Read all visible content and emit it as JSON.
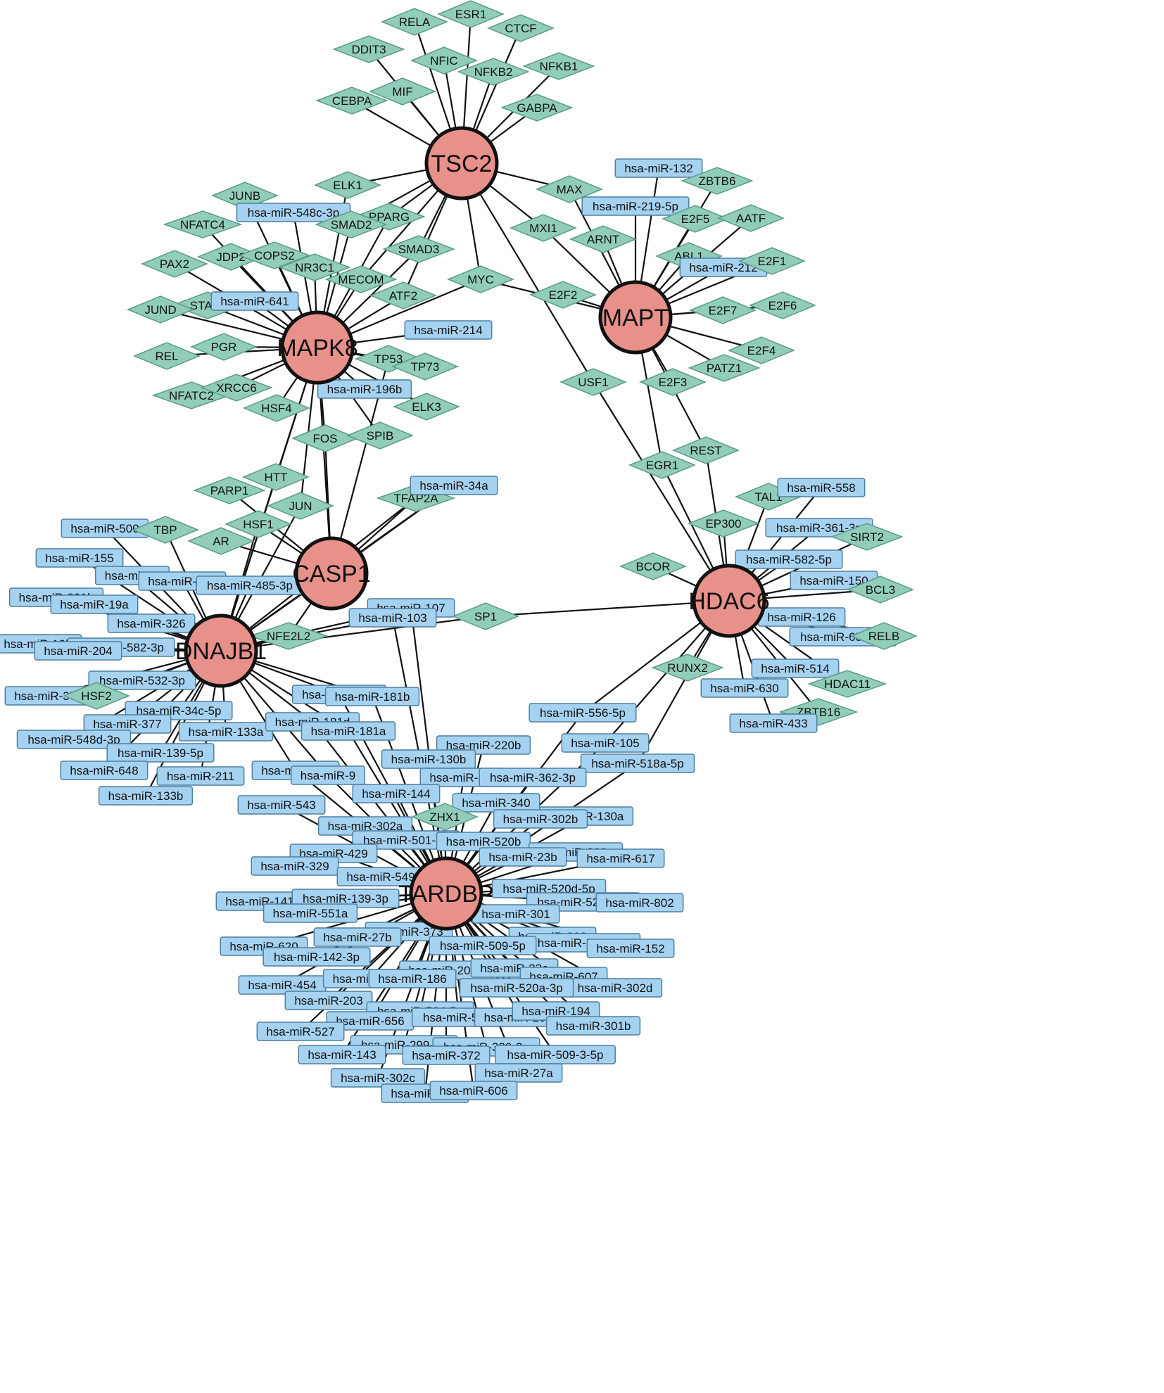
{
  "colors": {
    "hub_fill": "#e8908a",
    "tf_fill": "#92cdbb",
    "mirna_fill": "#a6d2f1",
    "edge": "#111111"
  },
  "hubs": [
    "TSC2",
    "MAPT",
    "MAPK8",
    "CASP1",
    "HDAC6",
    "DNAJB1",
    "TARDBP"
  ],
  "nodes": [
    {
      "label": "RELA",
      "kind": "tf",
      "links": [
        "TSC2"
      ]
    },
    {
      "label": "ESR1",
      "kind": "tf",
      "links": [
        "TSC2"
      ]
    },
    {
      "label": "CTCF",
      "kind": "tf",
      "links": [
        "TSC2"
      ]
    },
    {
      "label": "DDIT3",
      "kind": "tf",
      "links": [
        "TSC2"
      ]
    },
    {
      "label": "NFIC",
      "kind": "tf",
      "links": [
        "TSC2"
      ]
    },
    {
      "label": "NFKB1",
      "kind": "tf",
      "links": [
        "TSC2"
      ]
    },
    {
      "label": "NFKB2",
      "kind": "tf",
      "links": [
        "TSC2"
      ]
    },
    {
      "label": "MIF",
      "kind": "tf",
      "links": [
        "TSC2"
      ]
    },
    {
      "label": "CEBPA",
      "kind": "tf",
      "links": [
        "TSC2"
      ]
    },
    {
      "label": "GABPA",
      "kind": "tf",
      "links": [
        "TSC2"
      ]
    },
    {
      "label": "ELK1",
      "kind": "tf",
      "links": [
        "TSC2",
        "MAPK8"
      ]
    },
    {
      "label": "JUNB",
      "kind": "tf",
      "links": [
        "MAPK8"
      ]
    },
    {
      "label": "hsa-miR-548c-3p",
      "kind": "mirna",
      "links": [
        "MAPK8"
      ]
    },
    {
      "label": "PPARG",
      "kind": "tf",
      "links": [
        "TSC2",
        "MAPK8"
      ]
    },
    {
      "label": "SMAD2",
      "kind": "tf",
      "links": [
        "TSC2",
        "MAPK8"
      ]
    },
    {
      "label": "NFATC4",
      "kind": "tf",
      "links": [
        "MAPK8"
      ]
    },
    {
      "label": "JDP2",
      "kind": "tf",
      "links": [
        "MAPK8"
      ]
    },
    {
      "label": "COPS2",
      "kind": "tf",
      "links": [
        "MAPK8"
      ]
    },
    {
      "label": "PAX2",
      "kind": "tf",
      "links": [
        "MAPK8"
      ]
    },
    {
      "label": "NR3C1",
      "kind": "tf",
      "links": [
        "MAPK8"
      ]
    },
    {
      "label": "SMAD3",
      "kind": "tf",
      "links": [
        "TSC2",
        "MAPK8"
      ]
    },
    {
      "label": "MECOM",
      "kind": "tf",
      "links": [
        "TSC2",
        "MAPK8"
      ]
    },
    {
      "label": "ATF2",
      "kind": "tf",
      "links": [
        "TSC2",
        "MAPK8"
      ]
    },
    {
      "label": "STAT3",
      "kind": "tf",
      "links": [
        "MAPK8"
      ]
    },
    {
      "label": "hsa-miR-641",
      "kind": "mirna",
      "links": [
        "MAPK8"
      ]
    },
    {
      "label": "JUND",
      "kind": "tf",
      "links": [
        "MAPK8"
      ]
    },
    {
      "label": "MYC",
      "kind": "tf",
      "links": [
        "TSC2",
        "MAPK8",
        "MAPT"
      ]
    },
    {
      "label": "hsa-miR-214",
      "kind": "mirna",
      "links": [
        "MAPK8"
      ]
    },
    {
      "label": "REL",
      "kind": "tf",
      "links": [
        "MAPK8"
      ]
    },
    {
      "label": "PGR",
      "kind": "tf",
      "links": [
        "MAPK8"
      ]
    },
    {
      "label": "TP53",
      "kind": "tf",
      "links": [
        "MAPK8",
        "CASP1"
      ]
    },
    {
      "label": "TP73",
      "kind": "tf",
      "links": [
        "MAPK8"
      ]
    },
    {
      "label": "NFATC2",
      "kind": "tf",
      "links": [
        "MAPK8"
      ]
    },
    {
      "label": "XRCC6",
      "kind": "tf",
      "links": [
        "MAPK8"
      ]
    },
    {
      "label": "hsa-miR-196b",
      "kind": "mirna",
      "links": [
        "MAPK8"
      ]
    },
    {
      "label": "ELK3",
      "kind": "tf",
      "links": [
        "MAPK8"
      ]
    },
    {
      "label": "HSF4",
      "kind": "tf",
      "links": [
        "MAPK8"
      ]
    },
    {
      "label": "FOS",
      "kind": "tf",
      "links": [
        "MAPK8",
        "CASP1"
      ]
    },
    {
      "label": "SPIB",
      "kind": "tf",
      "links": [
        "MAPK8"
      ]
    },
    {
      "label": "hsa-miR-132",
      "kind": "mirna",
      "links": [
        "MAPT"
      ]
    },
    {
      "label": "ZBTB6",
      "kind": "tf",
      "links": [
        "MAPT"
      ]
    },
    {
      "label": "MAX",
      "kind": "tf",
      "links": [
        "TSC2",
        "MAPT"
      ]
    },
    {
      "label": "hsa-miR-219-5p",
      "kind": "mirna",
      "links": [
        "MAPT"
      ]
    },
    {
      "label": "E2F5",
      "kind": "tf",
      "links": [
        "MAPT"
      ]
    },
    {
      "label": "AATF",
      "kind": "tf",
      "links": [
        "MAPT"
      ]
    },
    {
      "label": "MXI1",
      "kind": "tf",
      "links": [
        "TSC2",
        "MAPT"
      ]
    },
    {
      "label": "ARNT",
      "kind": "tf",
      "links": [
        "MAPT"
      ]
    },
    {
      "label": "ABL1",
      "kind": "tf",
      "links": [
        "MAPT"
      ]
    },
    {
      "label": "hsa-miR-212",
      "kind": "mirna",
      "links": [
        "MAPT"
      ]
    },
    {
      "label": "E2F1",
      "kind": "tf",
      "links": [
        "MAPT"
      ]
    },
    {
      "label": "E2F2",
      "kind": "tf",
      "links": [
        "MAPT"
      ]
    },
    {
      "label": "E2F7",
      "kind": "tf",
      "links": [
        "MAPT"
      ]
    },
    {
      "label": "E2F6",
      "kind": "tf",
      "links": [
        "MAPT"
      ]
    },
    {
      "label": "E2F4",
      "kind": "tf",
      "links": [
        "MAPT"
      ]
    },
    {
      "label": "PATZ1",
      "kind": "tf",
      "links": [
        "MAPT"
      ]
    },
    {
      "label": "USF1",
      "kind": "tf",
      "links": [
        "TSC2",
        "HDAC6"
      ]
    },
    {
      "label": "E2F3",
      "kind": "tf",
      "links": [
        "MAPT"
      ]
    },
    {
      "label": "REST",
      "kind": "tf",
      "links": [
        "MAPT",
        "HDAC6"
      ]
    },
    {
      "label": "EGR1",
      "kind": "tf",
      "links": [
        "MAPT",
        "HDAC6"
      ]
    },
    {
      "label": "HTT",
      "kind": "tf",
      "links": [
        "MAPK8",
        "DNAJB1"
      ]
    },
    {
      "label": "PARP1",
      "kind": "tf",
      "links": [
        "CASP1"
      ]
    },
    {
      "label": "JUN",
      "kind": "tf",
      "links": [
        "MAPK8",
        "DNAJB1"
      ]
    },
    {
      "label": "TFAP2A",
      "kind": "tf",
      "links": [
        "CASP1",
        "DNAJB1"
      ]
    },
    {
      "label": "hsa-miR-34a",
      "kind": "mirna",
      "links": [
        "CASP1",
        "DNAJB1"
      ]
    },
    {
      "label": "HSF1",
      "kind": "tf",
      "links": [
        "CASP1",
        "DNAJB1"
      ]
    },
    {
      "label": "AR",
      "kind": "tf",
      "links": [
        "CASP1"
      ]
    },
    {
      "label": "hsa-miR-500",
      "kind": "mirna",
      "links": [
        "DNAJB1"
      ]
    },
    {
      "label": "TBP",
      "kind": "tf",
      "links": [
        "DNAJB1"
      ]
    },
    {
      "label": "hsa-miR-155",
      "kind": "mirna",
      "links": [
        "DNAJB1"
      ]
    },
    {
      "label": "hsa-miR-1",
      "kind": "mirna",
      "links": [
        "DNAJB1"
      ]
    },
    {
      "label": "hsa-miR-647",
      "kind": "mirna",
      "links": [
        "DNAJB1"
      ]
    },
    {
      "label": "hsa-miR-485-3p",
      "kind": "mirna",
      "links": [
        "DNAJB1"
      ]
    },
    {
      "label": "hsa-miR-891b",
      "kind": "mirna",
      "links": [
        "DNAJB1"
      ]
    },
    {
      "label": "hsa-miR-19a",
      "kind": "mirna",
      "links": [
        "DNAJB1"
      ]
    },
    {
      "label": "hsa-miR-107",
      "kind": "mirna",
      "links": [
        "DNAJB1",
        "TARDBP"
      ]
    },
    {
      "label": "hsa-miR-103",
      "kind": "mirna",
      "links": [
        "DNAJB1",
        "TARDBP"
      ]
    },
    {
      "label": "hsa-miR-326",
      "kind": "mirna",
      "links": [
        "DNAJB1"
      ]
    },
    {
      "label": "SP1",
      "kind": "tf",
      "links": [
        "DNAJB1",
        "HDAC6"
      ]
    },
    {
      "label": "NFE2L2",
      "kind": "tf",
      "links": [
        "DNAJB1",
        "CASP1"
      ]
    },
    {
      "label": "hsa-miR-19b",
      "kind": "mirna",
      "links": [
        "DNAJB1"
      ]
    },
    {
      "label": "hsa-miR-582-3p",
      "kind": "mirna",
      "links": [
        "DNAJB1"
      ]
    },
    {
      "label": "hsa-miR-204",
      "kind": "mirna",
      "links": [
        "DNAJB1"
      ]
    },
    {
      "label": "hsa-miR-532-3p",
      "kind": "mirna",
      "links": [
        "DNAJB1"
      ]
    },
    {
      "label": "hsa-miR-370",
      "kind": "mirna",
      "links": [
        "DNAJB1"
      ]
    },
    {
      "label": "HSF2",
      "kind": "tf",
      "links": [
        "DNAJB1"
      ]
    },
    {
      "label": "hsa-miR-34c-5p",
      "kind": "mirna",
      "links": [
        "DNAJB1"
      ]
    },
    {
      "label": "hsa-miR-377",
      "kind": "mirna",
      "links": [
        "DNAJB1"
      ]
    },
    {
      "label": "hsa-miR-548d-3p",
      "kind": "mirna",
      "links": [
        "DNAJB1"
      ]
    },
    {
      "label": "hsa-miR-139-5p",
      "kind": "mirna",
      "links": [
        "DNAJB1"
      ]
    },
    {
      "label": "hsa-miR-648",
      "kind": "mirna",
      "links": [
        "DNAJB1"
      ]
    },
    {
      "label": "hsa-miR-211",
      "kind": "mirna",
      "links": [
        "DNAJB1"
      ]
    },
    {
      "label": "hsa-miR-133b",
      "kind": "mirna",
      "links": [
        "DNAJB1"
      ]
    },
    {
      "label": "hsa-miR-133a",
      "kind": "mirna",
      "links": [
        "DNAJB1"
      ]
    },
    {
      "label": "hsa-miR-181c",
      "kind": "mirna",
      "links": [
        "DNAJB1",
        "TARDBP"
      ]
    },
    {
      "label": "hsa-miR-181b",
      "kind": "mirna",
      "links": [
        "DNAJB1",
        "TARDBP"
      ]
    },
    {
      "label": "hsa-miR-181d",
      "kind": "mirna",
      "links": [
        "DNAJB1",
        "TARDBP"
      ]
    },
    {
      "label": "hsa-miR-181a",
      "kind": "mirna",
      "links": [
        "DNAJB1",
        "TARDBP"
      ]
    },
    {
      "label": "hsa-miR-122",
      "kind": "mirna",
      "links": [
        "DNAJB1",
        "TARDBP"
      ]
    },
    {
      "label": "hsa-miR-9",
      "kind": "mirna",
      "links": [
        "DNAJB1",
        "TARDBP"
      ]
    },
    {
      "label": "hsa-miR-543",
      "kind": "mirna",
      "links": [
        "TARDBP"
      ]
    },
    {
      "label": "TAL1",
      "kind": "tf",
      "links": [
        "HDAC6"
      ]
    },
    {
      "label": "hsa-miR-558",
      "kind": "mirna",
      "links": [
        "HDAC6"
      ]
    },
    {
      "label": "EP300",
      "kind": "tf",
      "links": [
        "HDAC6"
      ]
    },
    {
      "label": "hsa-miR-361-3p",
      "kind": "mirna",
      "links": [
        "HDAC6"
      ]
    },
    {
      "label": "SIRT2",
      "kind": "tf",
      "links": [
        "HDAC6"
      ]
    },
    {
      "label": "hsa-miR-582-5p",
      "kind": "mirna",
      "links": [
        "HDAC6"
      ]
    },
    {
      "label": "BCOR",
      "kind": "tf",
      "links": [
        "HDAC6"
      ]
    },
    {
      "label": "hsa-miR-150",
      "kind": "mirna",
      "links": [
        "HDAC6"
      ]
    },
    {
      "label": "BCL3",
      "kind": "tf",
      "links": [
        "HDAC6"
      ]
    },
    {
      "label": "hsa-miR-126",
      "kind": "mirna",
      "links": [
        "HDAC6"
      ]
    },
    {
      "label": "hsa-miR-654-5p",
      "kind": "mirna",
      "links": [
        "HDAC6"
      ]
    },
    {
      "label": "RELB",
      "kind": "tf",
      "links": [
        "HDAC6"
      ]
    },
    {
      "label": "RUNX2",
      "kind": "tf",
      "links": [
        "HDAC6"
      ]
    },
    {
      "label": "hsa-miR-514",
      "kind": "mirna",
      "links": [
        "HDAC6"
      ]
    },
    {
      "label": "HDAC11",
      "kind": "tf",
      "links": [
        "HDAC6"
      ]
    },
    {
      "label": "hsa-miR-630",
      "kind": "mirna",
      "links": [
        "HDAC6"
      ]
    },
    {
      "label": "ZBTB16",
      "kind": "tf",
      "links": [
        "HDAC6"
      ]
    },
    {
      "label": "hsa-miR-433",
      "kind": "mirna",
      "links": [
        "HDAC6"
      ]
    },
    {
      "label": "hsa-miR-556-5p",
      "kind": "mirna",
      "links": [
        "HDAC6",
        "TARDBP"
      ]
    },
    {
      "label": "hsa-miR-105",
      "kind": "mirna",
      "links": [
        "HDAC6",
        "TARDBP"
      ]
    },
    {
      "label": "hsa-miR-518a-5p",
      "kind": "mirna",
      "links": [
        "HDAC6",
        "TARDBP"
      ]
    },
    {
      "label": "hsa-miR-220b",
      "kind": "mirna",
      "links": [
        "TARDBP"
      ]
    },
    {
      "label": "hsa-miR-130b",
      "kind": "mirna",
      "links": [
        "TARDBP"
      ]
    },
    {
      "label": "hsa-miR-545",
      "kind": "mirna",
      "links": [
        "TARDBP"
      ]
    },
    {
      "label": "hsa-miR-362-3p",
      "kind": "mirna",
      "links": [
        "TARDBP"
      ]
    },
    {
      "label": "hsa-miR-144",
      "kind": "mirna",
      "links": [
        "TARDBP"
      ]
    },
    {
      "label": "hsa-miR-340",
      "kind": "mirna",
      "links": [
        "TARDBP"
      ]
    },
    {
      "label": "hsa-miR-130a",
      "kind": "mirna",
      "links": [
        "TARDBP"
      ]
    },
    {
      "label": "ZHX1",
      "kind": "tf",
      "links": [
        "TARDBP"
      ]
    },
    {
      "label": "hsa-miR-302b",
      "kind": "mirna",
      "links": [
        "TARDBP"
      ]
    },
    {
      "label": "hsa-miR-302a",
      "kind": "mirna",
      "links": [
        "TARDBP"
      ]
    },
    {
      "label": "hsa-miR-501-3p",
      "kind": "mirna",
      "links": [
        "TARDBP"
      ]
    },
    {
      "label": "hsa-miR-520b",
      "kind": "mirna",
      "links": [
        "TARDBP"
      ]
    },
    {
      "label": "hsa-miR-300c",
      "kind": "mirna",
      "links": [
        "TARDBP"
      ]
    },
    {
      "label": "hsa-miR-429",
      "kind": "mirna",
      "links": [
        "TARDBP"
      ]
    },
    {
      "label": "hsa-miR-23b",
      "kind": "mirna",
      "links": [
        "TARDBP"
      ]
    },
    {
      "label": "hsa-miR-617",
      "kind": "mirna",
      "links": [
        "TARDBP"
      ]
    },
    {
      "label": "hsa-miR-329",
      "kind": "mirna",
      "links": [
        "TARDBP"
      ]
    },
    {
      "label": "hsa-miR-549",
      "kind": "mirna",
      "links": [
        "TARDBP"
      ]
    },
    {
      "label": "hsa-miR-520d-5p",
      "kind": "mirna",
      "links": [
        "TARDBP"
      ]
    },
    {
      "label": "hsa-miR-141",
      "kind": "mirna",
      "links": [
        "TARDBP"
      ]
    },
    {
      "label": "hsa-miR-139-3p",
      "kind": "mirna",
      "links": [
        "TARDBP"
      ]
    },
    {
      "label": "hsa-miR-520d-3p",
      "kind": "mirna",
      "links": [
        "TARDBP"
      ]
    },
    {
      "label": "hsa-miR-802",
      "kind": "mirna",
      "links": [
        "TARDBP"
      ]
    },
    {
      "label": "hsa-miR-551a",
      "kind": "mirna",
      "links": [
        "TARDBP"
      ]
    },
    {
      "label": "hsa-miR-301",
      "kind": "mirna",
      "links": [
        "TARDBP"
      ]
    },
    {
      "label": "hsa-miR-373",
      "kind": "mirna",
      "links": [
        "TARDBP"
      ]
    },
    {
      "label": "hsa-miR-27b",
      "kind": "mirna",
      "links": [
        "TARDBP"
      ]
    },
    {
      "label": "hsa-miR-320",
      "kind": "mirna",
      "links": [
        "TARDBP"
      ]
    },
    {
      "label": "hsa-miR-520c-3p",
      "kind": "mirna",
      "links": [
        "TARDBP"
      ]
    },
    {
      "label": "hsa-miR-620",
      "kind": "mirna",
      "links": [
        "TARDBP"
      ]
    },
    {
      "label": "hsa-miR-509-5p",
      "kind": "mirna",
      "links": [
        "TARDBP"
      ]
    },
    {
      "label": "hsa-miR-152",
      "kind": "mirna",
      "links": [
        "TARDBP"
      ]
    },
    {
      "label": "hsa-miR-142-3p",
      "kind": "mirna",
      "links": [
        "TARDBP"
      ]
    },
    {
      "label": "hsa-miR-200a",
      "kind": "mirna",
      "links": [
        "TARDBP"
      ]
    },
    {
      "label": "hsa-miR-23a",
      "kind": "mirna",
      "links": [
        "TARDBP"
      ]
    },
    {
      "label": "hsa-miR-454",
      "kind": "mirna",
      "links": [
        "TARDBP"
      ]
    },
    {
      "label": "hsa-miR-520e",
      "kind": "mirna",
      "links": [
        "TARDBP"
      ]
    },
    {
      "label": "hsa-miR-186",
      "kind": "mirna",
      "links": [
        "TARDBP"
      ]
    },
    {
      "label": "hsa-miR-607",
      "kind": "mirna",
      "links": [
        "TARDBP"
      ]
    },
    {
      "label": "hsa-miR-302d",
      "kind": "mirna",
      "links": [
        "TARDBP"
      ]
    },
    {
      "label": "hsa-miR-520a-3p",
      "kind": "mirna",
      "links": [
        "TARDBP"
      ]
    },
    {
      "label": "hsa-miR-203",
      "kind": "mirna",
      "links": [
        "TARDBP"
      ]
    },
    {
      "label": "hsa-miR-524-5p",
      "kind": "mirna",
      "links": [
        "TARDBP"
      ]
    },
    {
      "label": "hsa-miR-656",
      "kind": "mirna",
      "links": [
        "TARDBP"
      ]
    },
    {
      "label": "hsa-miR-520f",
      "kind": "mirna",
      "links": [
        "TARDBP"
      ]
    },
    {
      "label": "hsa-miR-200b",
      "kind": "mirna",
      "links": [
        "TARDBP"
      ]
    },
    {
      "label": "hsa-miR-194",
      "kind": "mirna",
      "links": [
        "TARDBP"
      ]
    },
    {
      "label": "hsa-miR-301b",
      "kind": "mirna",
      "links": [
        "TARDBP"
      ]
    },
    {
      "label": "hsa-miR-527",
      "kind": "mirna",
      "links": [
        "TARDBP"
      ]
    },
    {
      "label": "hsa-miR-299-5p",
      "kind": "mirna",
      "links": [
        "TARDBP"
      ]
    },
    {
      "label": "hsa-miR-330-3p",
      "kind": "mirna",
      "links": [
        "TARDBP"
      ]
    },
    {
      "label": "hsa-miR-143",
      "kind": "mirna",
      "links": [
        "TARDBP"
      ]
    },
    {
      "label": "hsa-miR-372",
      "kind": "mirna",
      "links": [
        "TARDBP"
      ]
    },
    {
      "label": "hsa-miR-509-3-5p",
      "kind": "mirna",
      "links": [
        "TARDBP"
      ]
    },
    {
      "label": "hsa-miR-27a",
      "kind": "mirna",
      "links": [
        "TARDBP"
      ]
    },
    {
      "label": "hsa-miR-302c",
      "kind": "mirna",
      "links": [
        "TARDBP"
      ]
    },
    {
      "label": "hsa-miR-495",
      "kind": "mirna",
      "links": [
        "TARDBP"
      ]
    },
    {
      "label": "hsa-miR-606",
      "kind": "mirna",
      "links": [
        "TARDBP"
      ]
    }
  ]
}
